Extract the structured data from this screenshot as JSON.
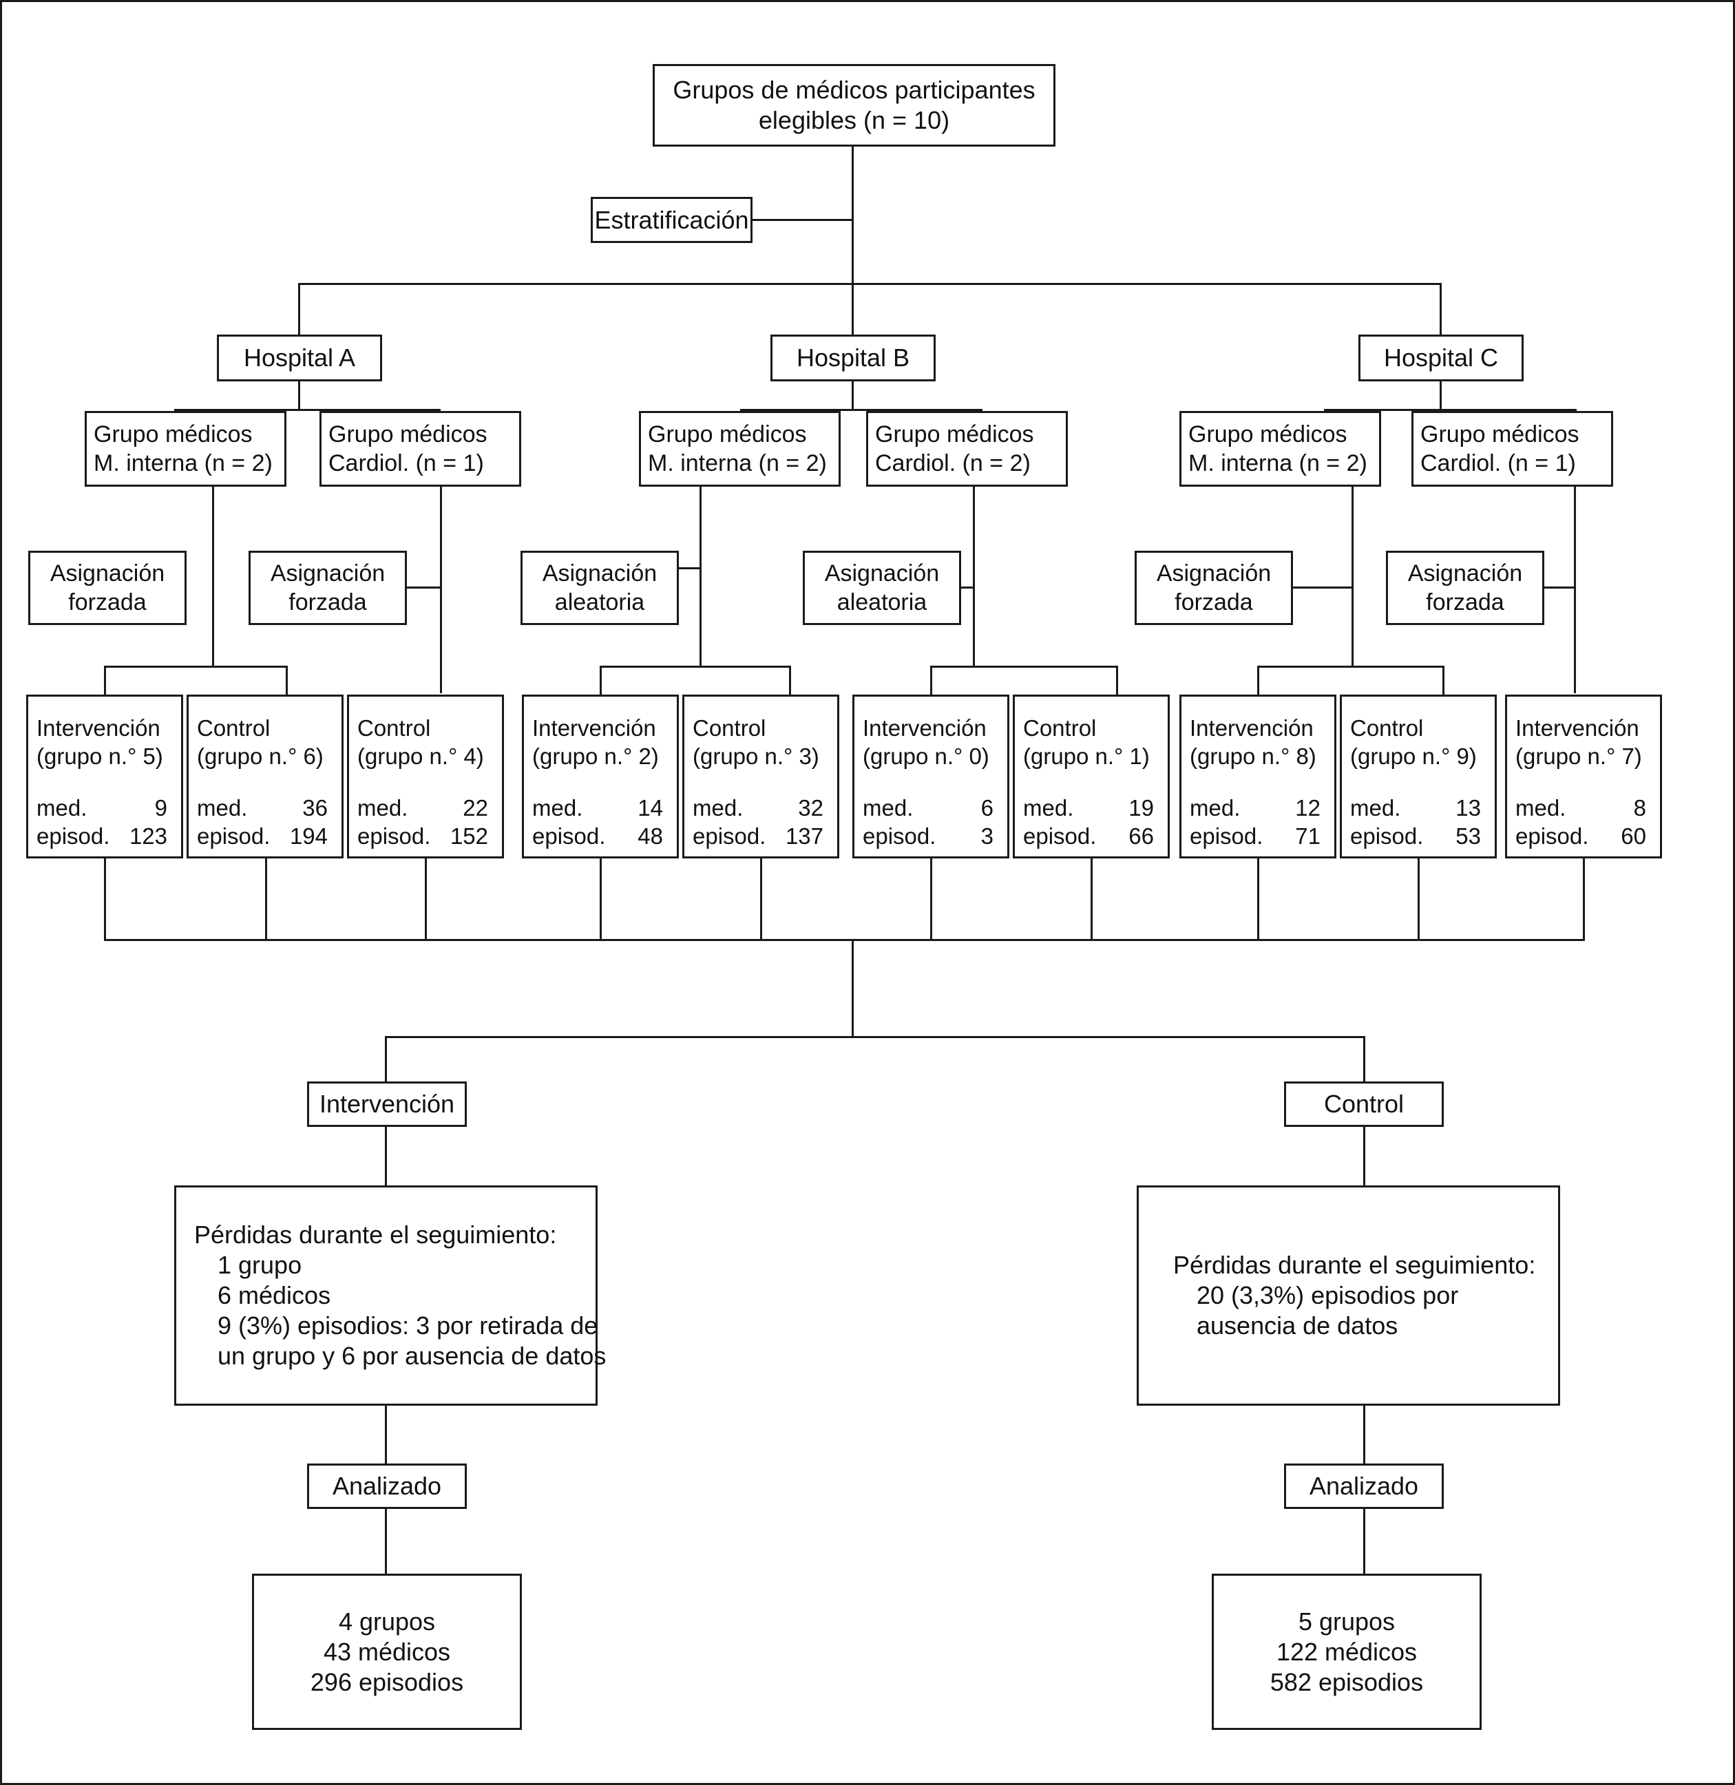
{
  "diagram": {
    "title_top": "Grupos de médicos participantes\nelegibles (n = 10)",
    "top_box": {
      "line1": "Grupos de médicos participantes",
      "line2": "elegibles (n = 10)"
    },
    "stratification_label": "Estratificación",
    "hospitals": [
      {
        "name": "Hospital A"
      },
      {
        "name": "Hospital B"
      },
      {
        "name": "Hospital C"
      }
    ],
    "specialty_groups": [
      {
        "line1": "Grupo médicos",
        "line2": "M. interna (n = 2)"
      },
      {
        "line1": "Grupo médicos",
        "line2": "Cardiol. (n = 1)"
      },
      {
        "line1": "Grupo médicos",
        "line2": "M. interna (n = 2)"
      },
      {
        "line1": "Grupo médicos",
        "line2": "Cardiol. (n = 2)"
      },
      {
        "line1": "Grupo médicos",
        "line2": "M. interna (n = 2)"
      },
      {
        "line1": "Grupo médicos",
        "line2": "Cardiol. (n = 1)"
      }
    ],
    "allocations": [
      {
        "line1": "Asignación",
        "line2": "forzada"
      },
      {
        "line1": "Asignación",
        "line2": "forzada"
      },
      {
        "line1": "Asignación",
        "line2": "aleatoria"
      },
      {
        "line1": "Asignación",
        "line2": "aleatoria"
      },
      {
        "line1": "Asignación",
        "line2": "forzada"
      },
      {
        "line1": "Asignación",
        "line2": "forzada"
      }
    ],
    "arm_label_med": "med.",
    "arm_label_episod": "episod.",
    "arms": [
      {
        "arm": "Intervención",
        "group": "(grupo n.° 5)",
        "med": "9",
        "episod": "123"
      },
      {
        "arm": "Control",
        "group": "(grupo n.° 6)",
        "med": "36",
        "episod": "194"
      },
      {
        "arm": "Control",
        "group": "(grupo n.° 4)",
        "med": "22",
        "episod": "152"
      },
      {
        "arm": "Intervención",
        "group": "(grupo n.° 2)",
        "med": "14",
        "episod": "48"
      },
      {
        "arm": "Control",
        "group": "(grupo n.° 3)",
        "med": "32",
        "episod": "137"
      },
      {
        "arm": "Intervención",
        "group": "(grupo n.° 0)",
        "med": "6",
        "episod": "3"
      },
      {
        "arm": "Control",
        "group": "(grupo n.° 1)",
        "med": "19",
        "episod": "66"
      },
      {
        "arm": "Intervención",
        "group": "(grupo n.° 8)",
        "med": "12",
        "episod": "71"
      },
      {
        "arm": "Control",
        "group": "(grupo n.° 9)",
        "med": "13",
        "episod": "53"
      },
      {
        "arm": "Intervención",
        "group": "(grupo n.° 7)",
        "med": "8",
        "episod": "60"
      }
    ],
    "branch_intervention_label": "Intervención",
    "branch_control_label": "Control",
    "losses_intervention": {
      "heading": "Pérdidas durante el seguimiento:",
      "line1": "1 grupo",
      "line2": "6 médicos",
      "line3": "9 (3%) episodios: 3 por retirada de",
      "line4": "un grupo y 6 por ausencia de datos"
    },
    "losses_control": {
      "heading": "Pérdidas durante el seguimiento:",
      "line1": "20 (3,3%) episodios por",
      "line2": "ausencia de datos"
    },
    "analyzed_label_left": "Analizado",
    "analyzed_label_right": "Analizado",
    "final_intervention": {
      "line1": "4 grupos",
      "line2": "43 médicos",
      "line3": "296 episodios"
    },
    "final_control": {
      "line1": "5 grupos",
      "line2": "122 médicos",
      "line3": "582 episodios"
    },
    "colors": {
      "stroke": "#1a1a1a",
      "text": "#111111",
      "background": "#ffffff"
    }
  }
}
